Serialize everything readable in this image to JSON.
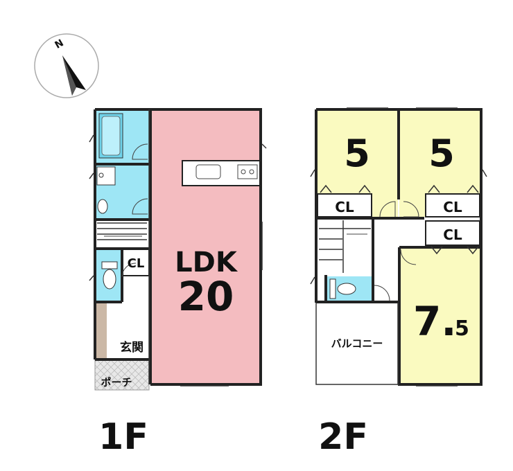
{
  "compass": {
    "north_label": "N",
    "icon": "compass-north-arrow-icon"
  },
  "floor1": {
    "caption": "1F",
    "rooms": {
      "ldk_name": "LDK",
      "ldk_size": "20",
      "closet": "CL",
      "entrance": "玄関",
      "porch": "ポーチ"
    }
  },
  "floor2": {
    "caption": "2F",
    "rooms": {
      "bedroom_left_size": "5",
      "bedroom_right_size": "5",
      "closet_left": "CL",
      "closet_right_top": "CL",
      "closet_right_bottom": "CL",
      "bedroom_main_size_whole": "7.",
      "bedroom_main_size_fraction": "5",
      "balcony": "バルコニー"
    }
  },
  "colors": {
    "ldk": "#f4bcc0",
    "bedroom": "#fafac0",
    "wet_area": "#9ee6f5",
    "hall": "#ffffff",
    "porch_tile": "#e6e6e6",
    "entrance_step": "#cbb8a6",
    "wall": "#222222"
  }
}
